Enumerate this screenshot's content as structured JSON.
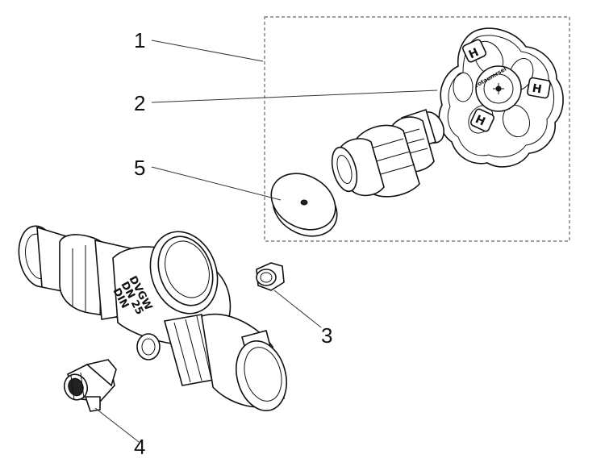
{
  "callouts": {
    "c1": "1",
    "c2": "2",
    "c3": "3",
    "c4": "4",
    "c5": "5"
  },
  "embossing": {
    "handwheel_ring": "rotaumrsel",
    "body_line1": "DVGW",
    "body_line2": "DN 25",
    "body_line3": "DIN"
  },
  "colors": {
    "line": "#111111",
    "background": "#ffffff",
    "dashed_box": "#666666"
  }
}
